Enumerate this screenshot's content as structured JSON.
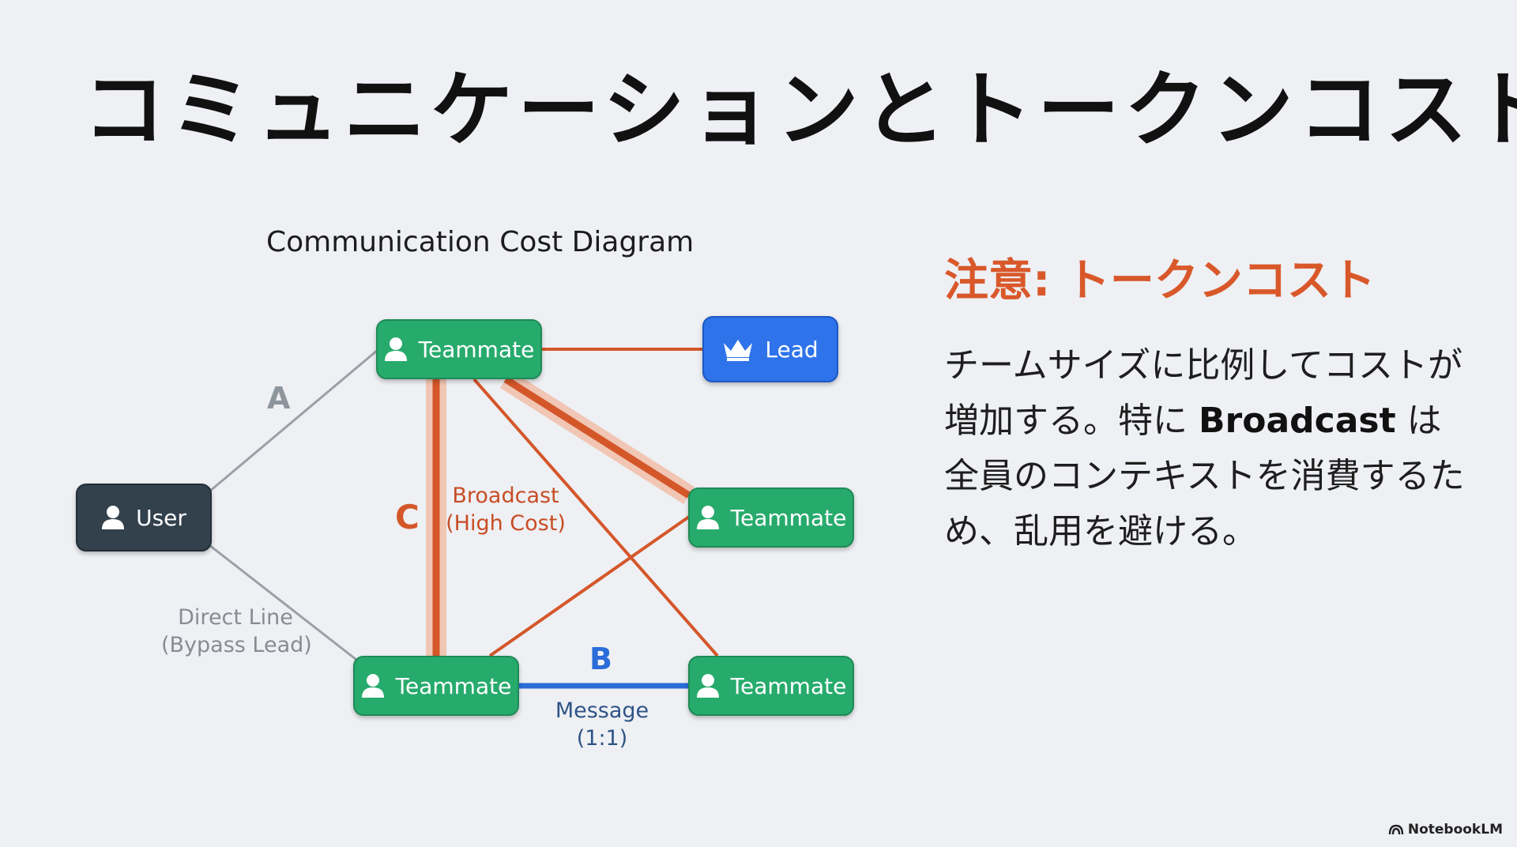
{
  "slide": {
    "title": "コミュニケーションとトークンコスト",
    "diagram_title": "Communication Cost Diagram"
  },
  "nodes": {
    "teammate_top": "Teammate",
    "lead": "Lead",
    "user": "User",
    "teammate_right": "Teammate",
    "teammate_bottom_left": "Teammate",
    "teammate_bottom_right": "Teammate"
  },
  "edge_labels": {
    "a": "A",
    "b": "B",
    "c": "C",
    "broadcast_line1": "Broadcast",
    "broadcast_line2": "(High Cost)",
    "direct_line1": "Direct Line",
    "direct_line2": "(Bypass Lead)",
    "message_line1": "Message",
    "message_line2": "(1:1)"
  },
  "note": {
    "heading": "注意: トークンコスト",
    "body_part1": "チームサイズに比例してコストが増加する。特に",
    "body_bold": "Broadcast",
    "body_part2": "は全員のコンテキストを消費するため、乱用を避ける。"
  },
  "watermark": "NotebookLM",
  "colors": {
    "teammate": "#27ab6d",
    "lead": "#2e73ea",
    "user": "#33414d",
    "broadcast": "#d4572a",
    "message": "#2a6cd8",
    "direct": "#9aa0a6",
    "heading_accent": "#d9582a"
  },
  "icons": {
    "teammate": "person-icon",
    "user": "person-icon",
    "lead": "crown-icon",
    "watermark": "notebooklm-logo-icon"
  }
}
